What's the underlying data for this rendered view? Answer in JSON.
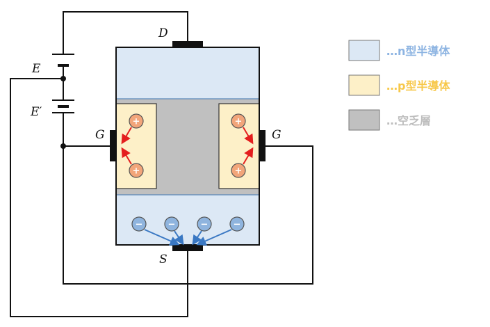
{
  "terminals": {
    "drain": "D",
    "source": "S",
    "gate_left": "G",
    "gate_right": "G",
    "battery_e": "E",
    "battery_e_prime": "E′"
  },
  "carriers": {
    "hole_symbol": "+",
    "electron_symbol": "−"
  },
  "legend": [
    {
      "label": "…n型半導体",
      "swatch": "#dce8f5",
      "text_color": "#8db4e2"
    },
    {
      "label": "…p型半導体",
      "swatch": "#fdf0c8",
      "text_color": "#f7c84a"
    },
    {
      "label": "…空乏層",
      "swatch": "#c0c0c0",
      "text_color": "#bdbdbd"
    }
  ],
  "colors": {
    "n_type": "#dce8f5",
    "p_type": "#fdf0c8",
    "depletion": "#c0c0c0",
    "hole_fill": "#f2a57a",
    "electron_fill": "#8fb4de",
    "hole_arrow": "#e41e1e",
    "electron_arrow": "#3a78c3"
  }
}
